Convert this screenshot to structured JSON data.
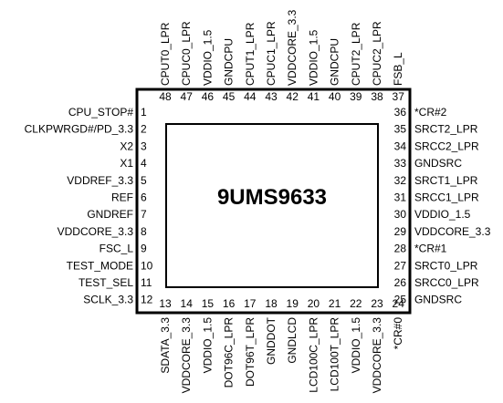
{
  "package": {
    "part_number": "9UMS9633",
    "left_pins": [
      {
        "num": "1",
        "name": "CPU_STOP#"
      },
      {
        "num": "2",
        "name": "CLKPWRGD#/PD_3.3"
      },
      {
        "num": "3",
        "name": "X2"
      },
      {
        "num": "4",
        "name": "X1"
      },
      {
        "num": "5",
        "name": "VDDREF_3.3"
      },
      {
        "num": "6",
        "name": "REF"
      },
      {
        "num": "7",
        "name": "GNDREF"
      },
      {
        "num": "8",
        "name": "VDDCORE_3.3"
      },
      {
        "num": "9",
        "name": "FSC_L"
      },
      {
        "num": "10",
        "name": "TEST_MODE"
      },
      {
        "num": "11",
        "name": "TEST_SEL"
      },
      {
        "num": "12",
        "name": "SCLK_3.3"
      }
    ],
    "bottom_pins": [
      {
        "num": "13",
        "name": "SDATA_3.3"
      },
      {
        "num": "14",
        "name": "VDDCORE_3.3"
      },
      {
        "num": "15",
        "name": "VDDIO_1.5"
      },
      {
        "num": "16",
        "name": "DOT96C_LPR"
      },
      {
        "num": "17",
        "name": "DOT96T_LPR"
      },
      {
        "num": "18",
        "name": "GNDDOT"
      },
      {
        "num": "19",
        "name": "GNDLCD"
      },
      {
        "num": "20",
        "name": "LCD100C_LPR"
      },
      {
        "num": "21",
        "name": "LCD100T_LPR"
      },
      {
        "num": "22",
        "name": "VDDIO_1.5"
      },
      {
        "num": "23",
        "name": "VDDCORE_3.3"
      },
      {
        "num": "24",
        "name": "*CR#0"
      }
    ],
    "right_pins": [
      {
        "num": "36",
        "name": "*CR#2"
      },
      {
        "num": "35",
        "name": "SRCT2_LPR"
      },
      {
        "num": "34",
        "name": "SRCC2_LPR"
      },
      {
        "num": "33",
        "name": "GNDSRC"
      },
      {
        "num": "32",
        "name": "SRCT1_LPR"
      },
      {
        "num": "31",
        "name": "SRCC1_LPR"
      },
      {
        "num": "30",
        "name": "VDDIO_1.5"
      },
      {
        "num": "29",
        "name": "VDDCORE_3.3"
      },
      {
        "num": "28",
        "name": "*CR#1"
      },
      {
        "num": "27",
        "name": "SRCT0_LPR"
      },
      {
        "num": "26",
        "name": "SRCC0_LPR"
      },
      {
        "num": "25",
        "name": "GNDSRC"
      }
    ],
    "top_pins": [
      {
        "num": "48",
        "name": "CPUT0_LPR"
      },
      {
        "num": "47",
        "name": "CPUC0_LPR"
      },
      {
        "num": "46",
        "name": "VDDIO_1.5"
      },
      {
        "num": "45",
        "name": "GNDCPU"
      },
      {
        "num": "44",
        "name": "CPUT1_LPR"
      },
      {
        "num": "43",
        "name": "CPUC1_LPR"
      },
      {
        "num": "42",
        "name": "VDDCORE_3.3"
      },
      {
        "num": "41",
        "name": "VDDIO_1.5"
      },
      {
        "num": "40",
        "name": "GNDCPU"
      },
      {
        "num": "39",
        "name": "CPUT2_LPR"
      },
      {
        "num": "38",
        "name": "CPUC2_LPR"
      },
      {
        "num": "37",
        "name": "FSB_L"
      }
    ]
  }
}
